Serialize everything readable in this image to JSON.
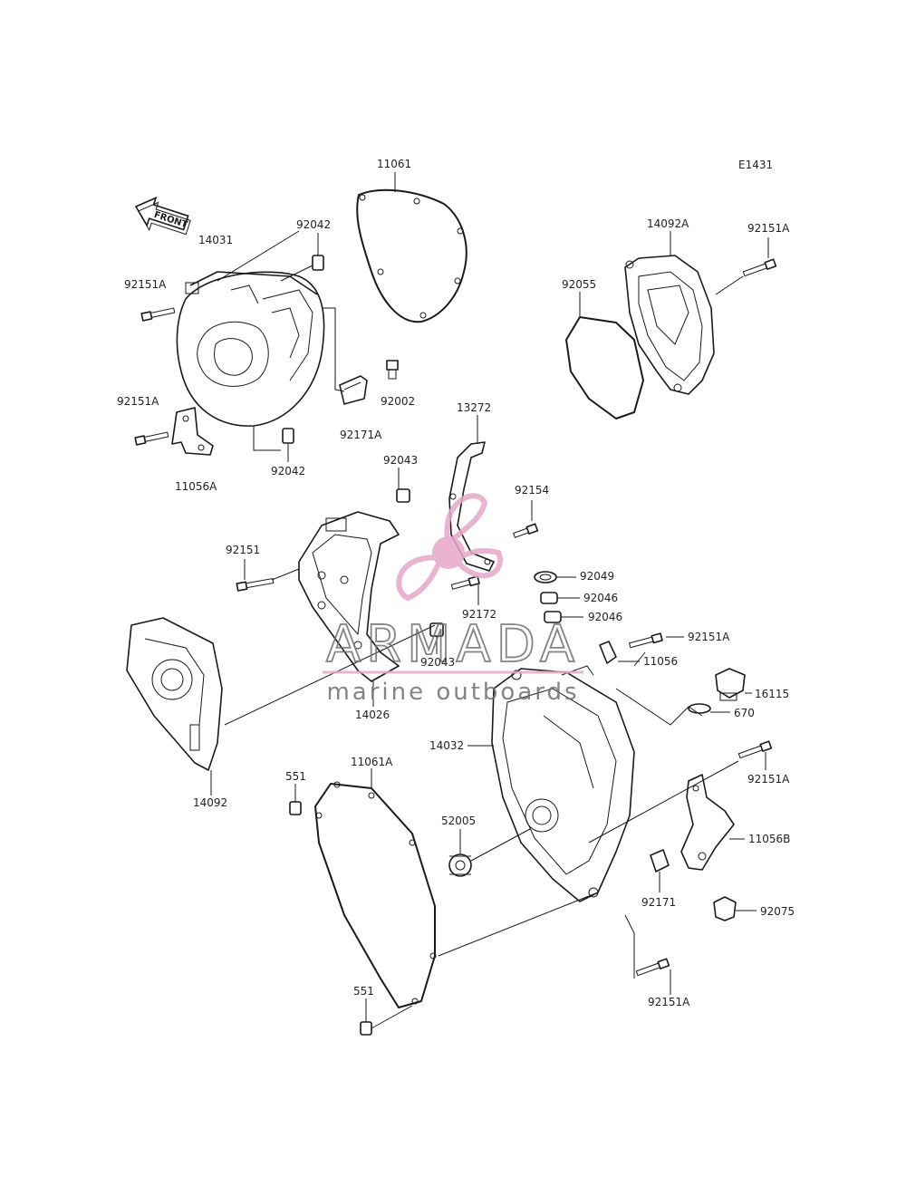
{
  "diagram_code": "E1431",
  "front_arrow_label": "FRONT",
  "watermark": {
    "brand": "ARMADA",
    "tagline": "marine outboards",
    "color": "#e7a6c8",
    "text_color": "#6f6f6f"
  },
  "labels": {
    "p11061": "11061",
    "p92042_top": "92042",
    "p14031": "14031",
    "p92151A_tl": "92151A",
    "p92002": "92002",
    "p92171A": "92171A",
    "p92151A_ml": "92151A",
    "p11056A": "11056A",
    "p92042_bot": "92042",
    "p14092A": "14092A",
    "p92151A_tr": "92151A",
    "p92055": "92055",
    "p13272": "13272",
    "p92043_top": "92043",
    "p92154": "92154",
    "p92151": "92151",
    "p92049": "92049",
    "p92046_a": "92046",
    "p92046_b": "92046",
    "p92172": "92172",
    "p92043_bot": "92043",
    "p92151A_r1": "92151A",
    "p11056": "11056",
    "p14026": "14026",
    "p16115": "16115",
    "p670": "670",
    "p14032": "14032",
    "p92151A_r2": "92151A",
    "p551_top": "551",
    "p11061A": "11061A",
    "p14092": "14092",
    "p52005": "52005",
    "p11056B": "11056B",
    "p92171": "92171",
    "p92075": "92075",
    "p551_bot": "551",
    "p92151A_bot": "92151A"
  }
}
